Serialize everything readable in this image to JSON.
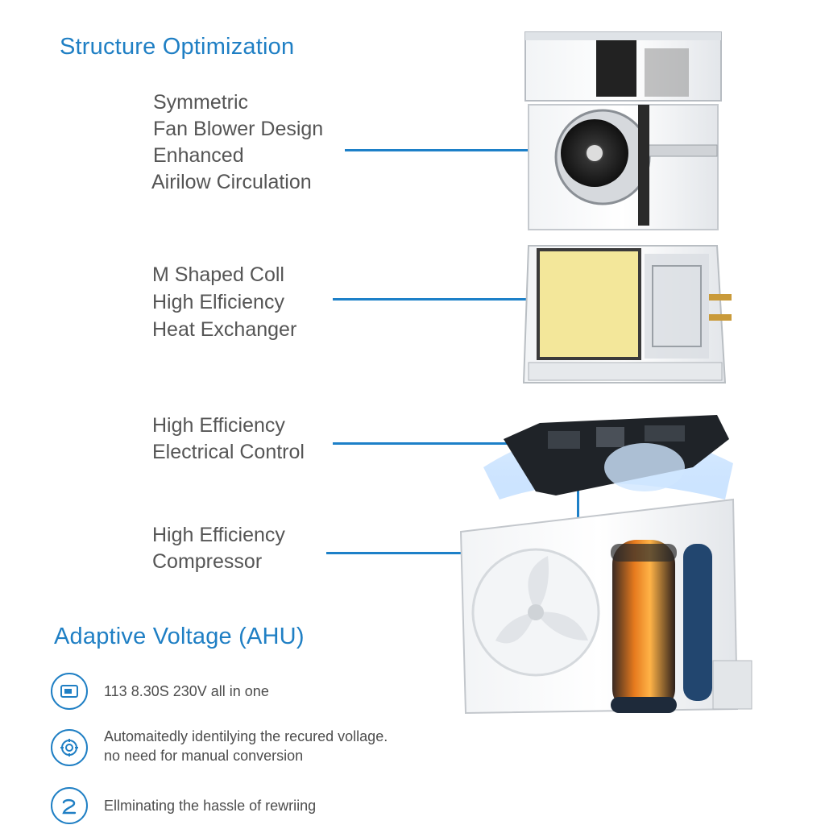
{
  "structure_heading": "Structure Optimization",
  "features": [
    {
      "lines": [
        "Symmetric",
        "Fan Blower Design",
        "Enhanced",
        "Airilow Circulation"
      ]
    },
    {
      "lines": [
        "M Shaped Coll",
        "High Elficiency",
        "Heat Exchanger"
      ]
    },
    {
      "lines": [
        "High Efficiency",
        "Electrical Control"
      ]
    },
    {
      "lines": [
        "High Efficiency",
        "Compressor"
      ]
    }
  ],
  "adaptive_heading": "Adaptive Voltage (AHU)",
  "bullets": [
    {
      "icon": "voltage-panel-icon",
      "lines": [
        "113 8.30S 230V all in one"
      ]
    },
    {
      "icon": "auto-detect-icon",
      "lines": [
        "Automaitedly identilying the recured vollage.",
        "no need for manual conversion"
      ]
    },
    {
      "icon": "rewiring-icon",
      "lines": [
        "Ellminating the hassle of rewriing"
      ]
    }
  ],
  "colors": {
    "accent": "#1f7fc4",
    "text": "#555555",
    "coil": "#f3e79a"
  }
}
